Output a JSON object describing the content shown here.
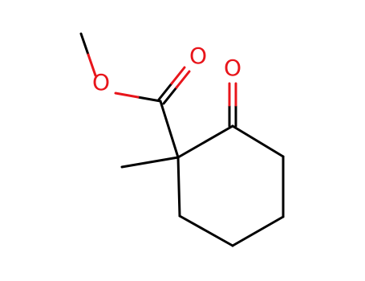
{
  "molecule": {
    "bond_color": "#000000",
    "oxygen_color": "#e8151b",
    "atoms": {
      "ester_o": "O",
      "carbonyl_o": "O",
      "ketone_o": "O"
    }
  }
}
